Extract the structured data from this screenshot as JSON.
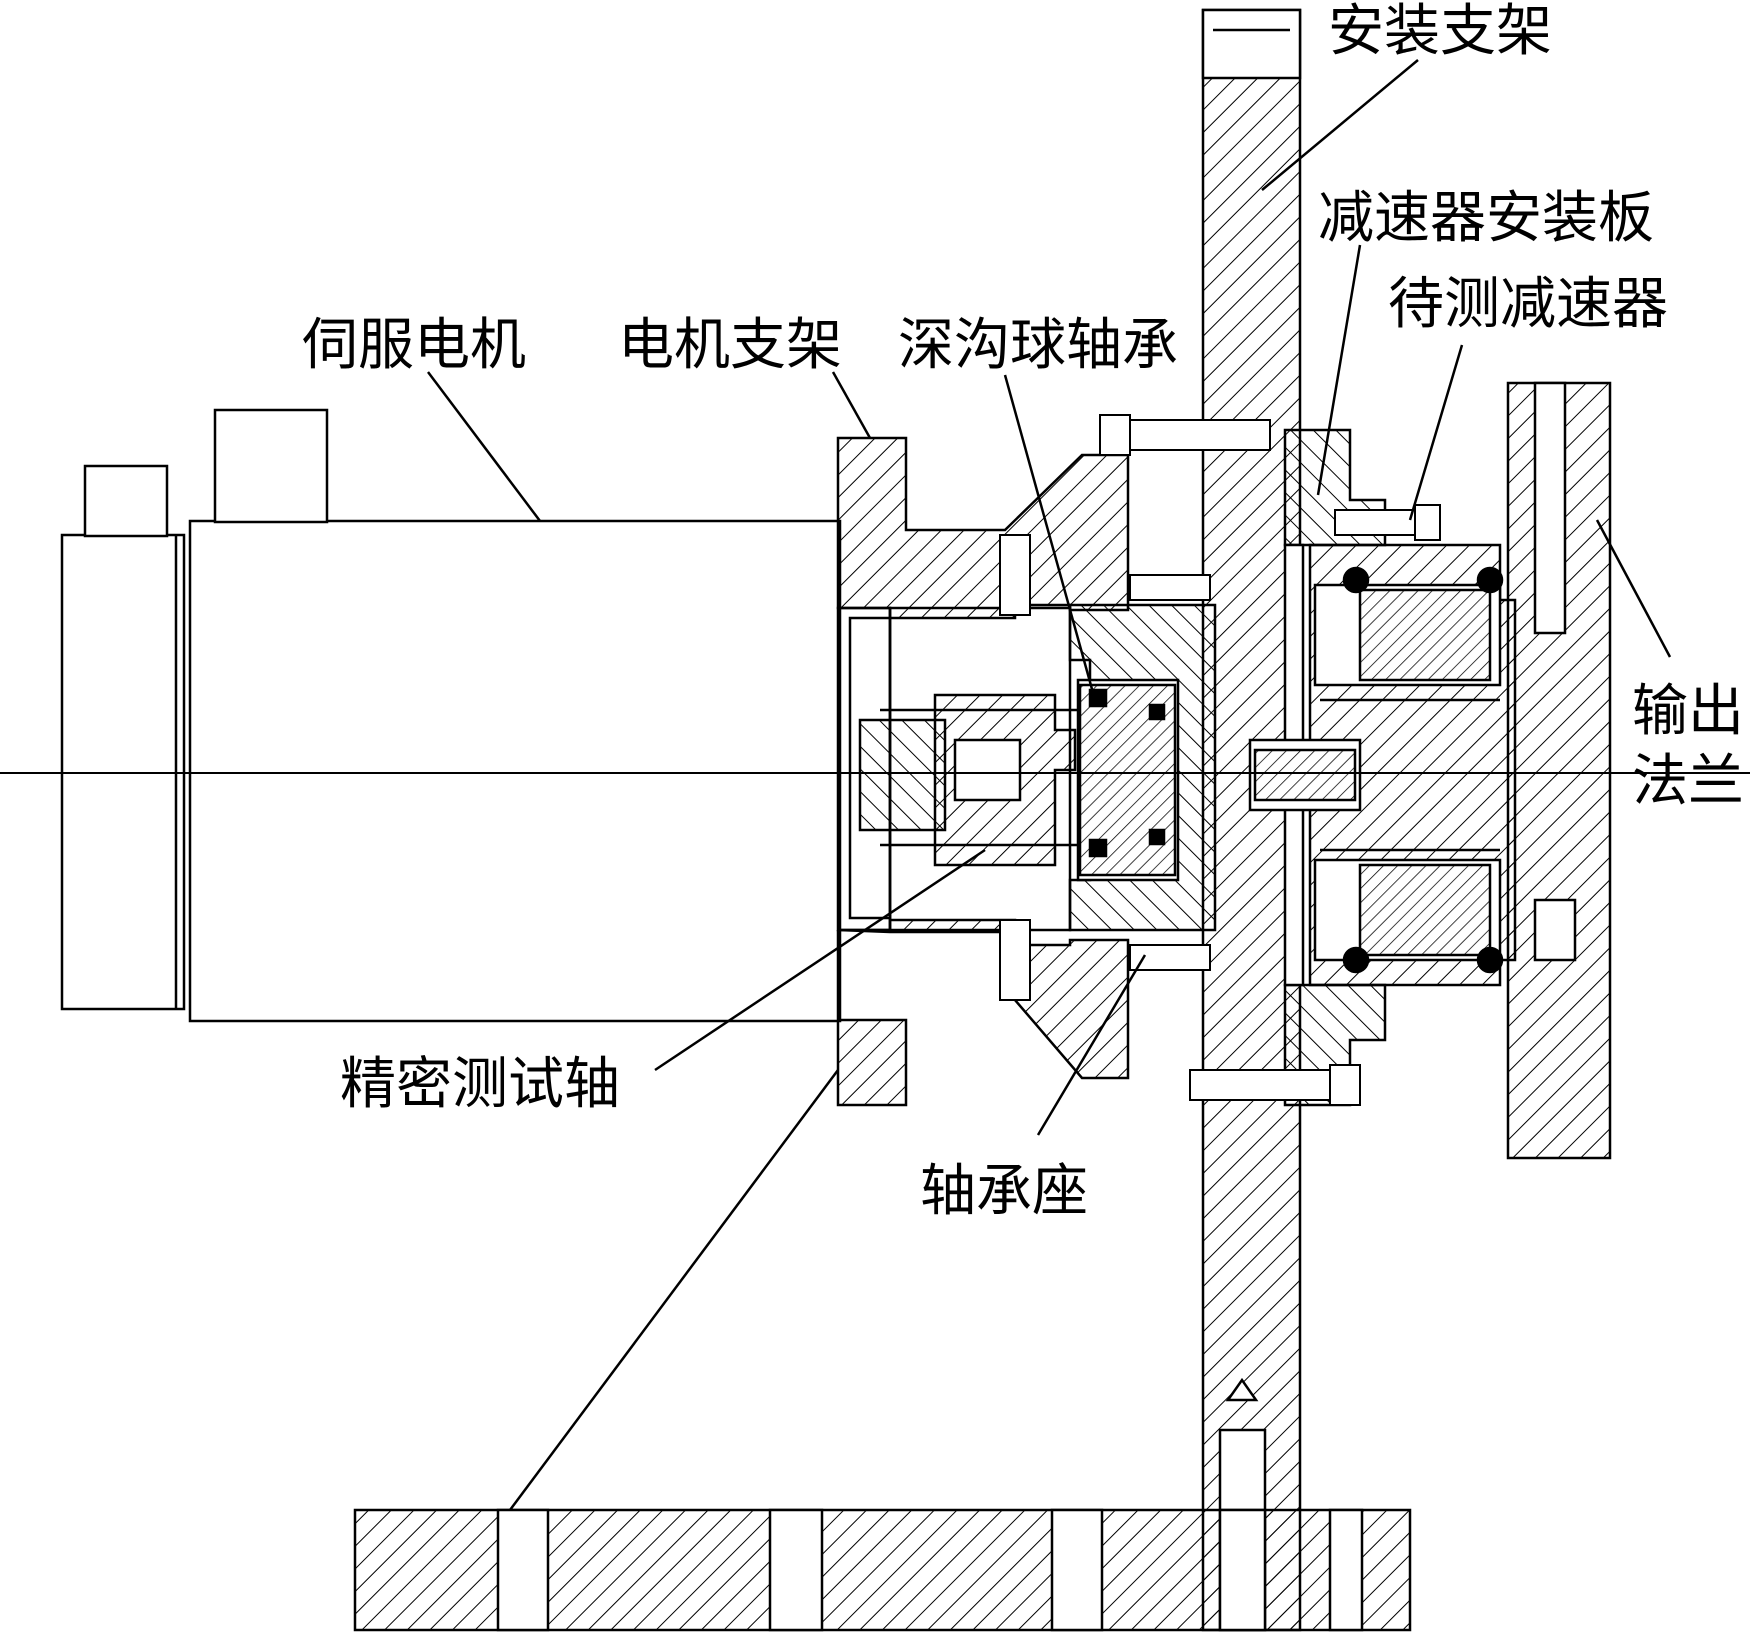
{
  "labels": {
    "mounting_bracket": "安装支架",
    "reducer_mounting_plate": "减速器安装板",
    "reducer_under_test": "待测减速器",
    "servo_motor": "伺服电机",
    "motor_bracket": "电机支架",
    "deep_groove_ball_bearing": "深沟球轴承",
    "output_flange_line1": "输出",
    "output_flange_line2": "法兰",
    "precision_test_shaft": "精密测试轴",
    "bearing_seat": "轴承座"
  },
  "colors": {
    "line": "#000000",
    "background": "#ffffff"
  }
}
